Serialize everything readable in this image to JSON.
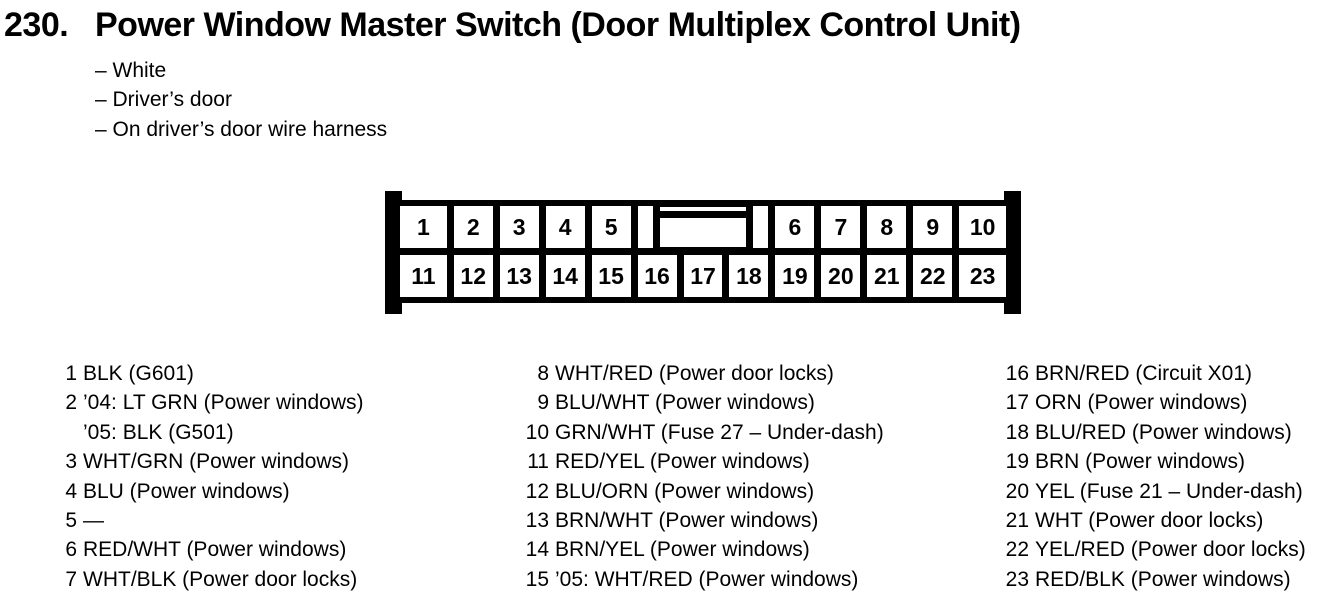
{
  "header": {
    "number": "230.",
    "title": "Power Window Master Switch (Door Multiplex Control Unit)",
    "notes": [
      "– White",
      "– Driver’s door",
      "– On driver’s door wire harness"
    ]
  },
  "connector": {
    "pins_top_left": [
      "1",
      "2",
      "3",
      "4",
      "5"
    ],
    "pins_top_right": [
      "6",
      "7",
      "8",
      "9",
      "10"
    ],
    "pins_bottom": [
      "11",
      "12",
      "13",
      "14",
      "15",
      "16",
      "17",
      "18",
      "19",
      "20",
      "21",
      "22",
      "23"
    ]
  },
  "pin_list": {
    "col1": [
      {
        "pin": "1",
        "desc": "BLK (G601)"
      },
      {
        "pin": "2",
        "desc": "’04: LT GRN (Power windows)"
      },
      {
        "pin": "",
        "desc": "’05: BLK (G501)"
      },
      {
        "pin": "3",
        "desc": "WHT/GRN (Power windows)"
      },
      {
        "pin": "4",
        "desc": "BLU (Power windows)"
      },
      {
        "pin": "5",
        "desc": "—"
      },
      {
        "pin": "6",
        "desc": "RED/WHT (Power windows)"
      },
      {
        "pin": "7",
        "desc": "WHT/BLK (Power door locks)"
      }
    ],
    "col2": [
      {
        "pin": "8",
        "desc": "WHT/RED (Power door locks)"
      },
      {
        "pin": "9",
        "desc": "BLU/WHT (Power windows)"
      },
      {
        "pin": "10",
        "desc": "GRN/WHT (Fuse 27 – Under-dash)"
      },
      {
        "pin": "11",
        "desc": "RED/YEL (Power windows)"
      },
      {
        "pin": "12",
        "desc": "BLU/ORN (Power windows)"
      },
      {
        "pin": "13",
        "desc": "BRN/WHT (Power windows)"
      },
      {
        "pin": "14",
        "desc": "BRN/YEL (Power windows)"
      },
      {
        "pin": "15",
        "desc": "’05: WHT/RED (Power windows)"
      }
    ],
    "col3": [
      {
        "pin": "16",
        "desc": "BRN/RED (Circuit X01)"
      },
      {
        "pin": "17",
        "desc": "ORN (Power windows)"
      },
      {
        "pin": "18",
        "desc": "BLU/RED (Power windows)"
      },
      {
        "pin": "19",
        "desc": "BRN (Power windows)"
      },
      {
        "pin": "20",
        "desc": "YEL (Fuse 21 – Under-dash)"
      },
      {
        "pin": "21",
        "desc": "WHT (Power door locks)"
      },
      {
        "pin": "22",
        "desc": "YEL/RED (Power door locks)"
      },
      {
        "pin": "23",
        "desc": "RED/BLK (Power windows)"
      }
    ]
  },
  "colors": {
    "ink": "#000000",
    "paper": "#ffffff"
  }
}
